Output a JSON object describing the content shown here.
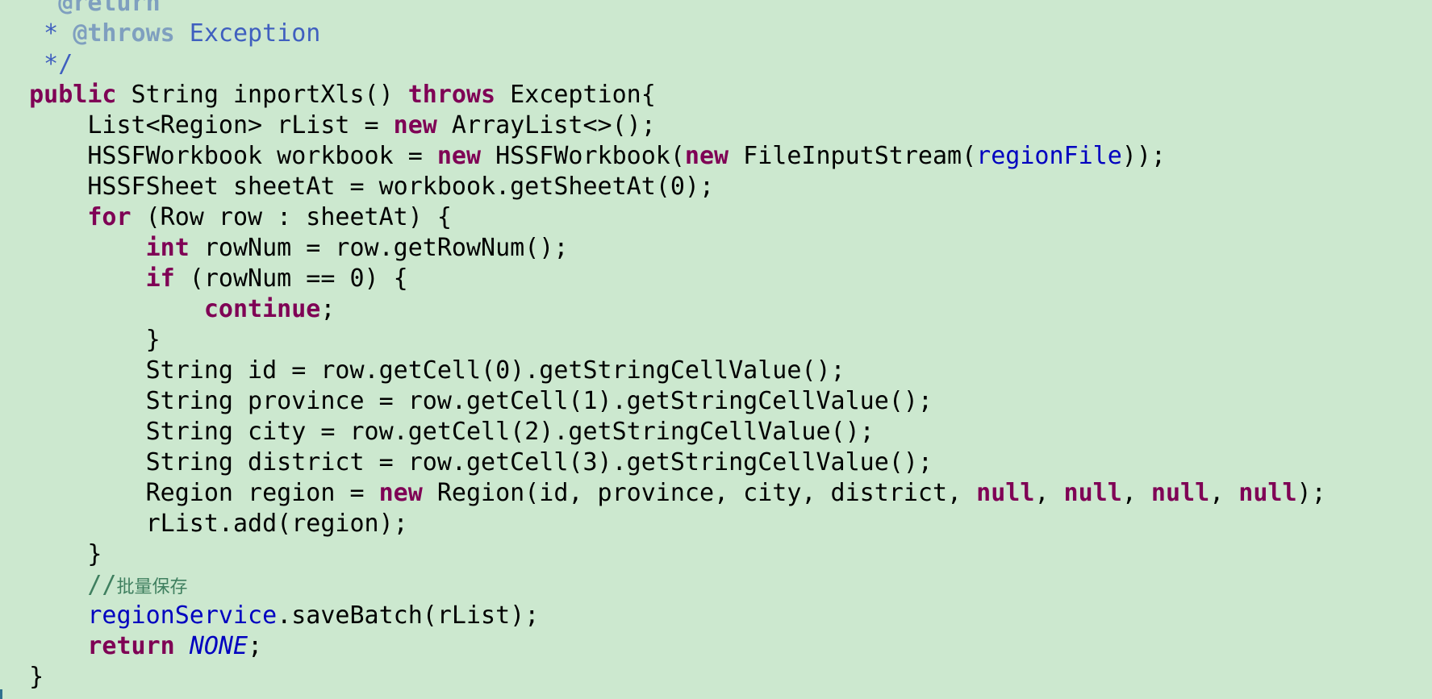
{
  "code": {
    "lines": [
      [
        {
          "t": "    ",
          "c": ""
        },
        {
          "t": "@return",
          "c": "doctag"
        }
      ],
      [
        {
          "t": "   * ",
          "c": "doc"
        },
        {
          "t": "@throws",
          "c": "doctag"
        },
        {
          "t": " Exception",
          "c": "doc"
        }
      ],
      [
        {
          "t": "   */",
          "c": "doc"
        }
      ],
      [
        {
          "t": "  ",
          "c": ""
        },
        {
          "t": "public",
          "c": "kw"
        },
        {
          "t": " String inportXls() ",
          "c": ""
        },
        {
          "t": "throws",
          "c": "kw"
        },
        {
          "t": " Exception{",
          "c": ""
        }
      ],
      [
        {
          "t": "      List<Region> rList = ",
          "c": ""
        },
        {
          "t": "new",
          "c": "kw"
        },
        {
          "t": " ArrayList<>();",
          "c": ""
        }
      ],
      [
        {
          "t": "      HSSFWorkbook workbook = ",
          "c": ""
        },
        {
          "t": "new",
          "c": "kw"
        },
        {
          "t": " HSSFWorkbook(",
          "c": ""
        },
        {
          "t": "new",
          "c": "kw"
        },
        {
          "t": " FileInputStream(",
          "c": ""
        },
        {
          "t": "regionFile",
          "c": "field"
        },
        {
          "t": "));",
          "c": ""
        }
      ],
      [
        {
          "t": "      HSSFSheet sheetAt = workbook.getSheetAt(0);",
          "c": ""
        }
      ],
      [
        {
          "t": "      ",
          "c": ""
        },
        {
          "t": "for",
          "c": "kw"
        },
        {
          "t": " (Row row : sheetAt) {",
          "c": ""
        }
      ],
      [
        {
          "t": "          ",
          "c": ""
        },
        {
          "t": "int",
          "c": "kw"
        },
        {
          "t": " rowNum = row.getRowNum();",
          "c": ""
        }
      ],
      [
        {
          "t": "          ",
          "c": ""
        },
        {
          "t": "if",
          "c": "kw"
        },
        {
          "t": " (rowNum == 0) {",
          "c": ""
        }
      ],
      [
        {
          "t": "              ",
          "c": ""
        },
        {
          "t": "continue",
          "c": "kw"
        },
        {
          "t": ";",
          "c": ""
        }
      ],
      [
        {
          "t": "          }",
          "c": ""
        }
      ],
      [
        {
          "t": "          String id = row.getCell(0).getStringCellValue();",
          "c": ""
        }
      ],
      [
        {
          "t": "          String province = row.getCell(1).getStringCellValue();",
          "c": ""
        }
      ],
      [
        {
          "t": "          String city = row.getCell(2).getStringCellValue();",
          "c": ""
        }
      ],
      [
        {
          "t": "          String district = row.getCell(3).getStringCellValue();",
          "c": ""
        }
      ],
      [
        {
          "t": "          Region region = ",
          "c": ""
        },
        {
          "t": "new",
          "c": "kw"
        },
        {
          "t": " Region(id, province, city, district, ",
          "c": ""
        },
        {
          "t": "null",
          "c": "kw"
        },
        {
          "t": ", ",
          "c": ""
        },
        {
          "t": "null",
          "c": "kw"
        },
        {
          "t": ", ",
          "c": ""
        },
        {
          "t": "null",
          "c": "kw"
        },
        {
          "t": ", ",
          "c": ""
        },
        {
          "t": "null",
          "c": "kw"
        },
        {
          "t": ");",
          "c": ""
        }
      ],
      [
        {
          "t": "          rList.add(region);",
          "c": ""
        }
      ],
      [
        {
          "t": "      }",
          "c": ""
        }
      ],
      [
        {
          "t": "      ",
          "c": ""
        },
        {
          "t": "//",
          "c": "comment"
        },
        {
          "t": "批量保存",
          "c": "comment cjk"
        }
      ],
      [
        {
          "t": "      ",
          "c": ""
        },
        {
          "t": "regionService",
          "c": "field"
        },
        {
          "t": ".saveBatch(rList);",
          "c": ""
        }
      ],
      [
        {
          "t": "      ",
          "c": ""
        },
        {
          "t": "return",
          "c": "kw"
        },
        {
          "t": " ",
          "c": ""
        },
        {
          "t": "NONE",
          "c": "const"
        },
        {
          "t": ";",
          "c": ""
        }
      ],
      [
        {
          "t": "  }",
          "c": ""
        }
      ]
    ]
  },
  "colors": {
    "background": "#CCE8CF",
    "keyword": "#7F0055",
    "field": "#0000C0",
    "javadoc": "#3F5FBF",
    "javadoc_tag": "#7F9FBF",
    "comment": "#3F7F5F"
  }
}
